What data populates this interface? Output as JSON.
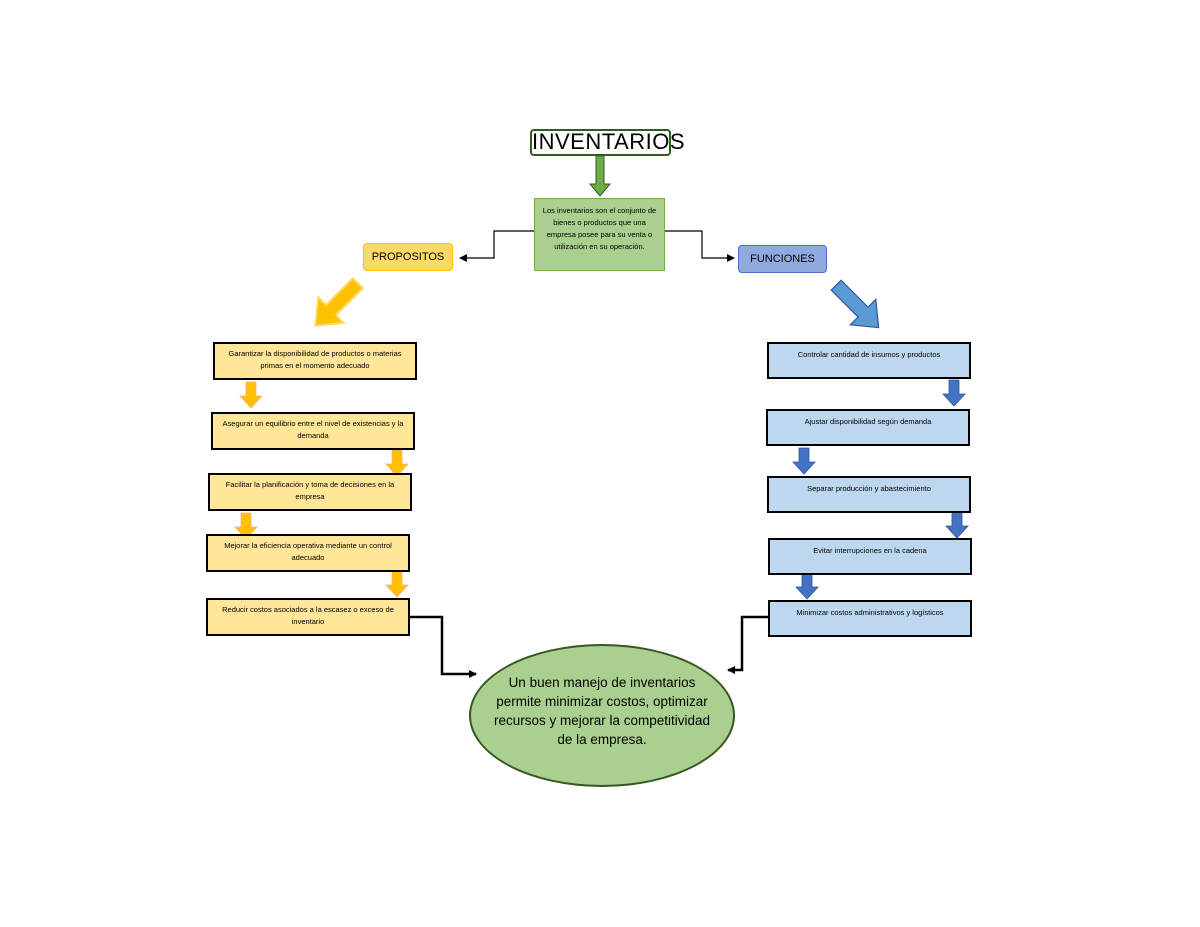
{
  "title": "INVENTARIOS",
  "definition": "Los inventarios son el conjunto de bienes o productos que una empresa posee para su venta o utilización en su operación.",
  "purposes": {
    "label": "PROPOSITOS",
    "items": [
      "Garantizar la disponibilidad de productos o materias primas en el momento adecuado",
      "Asegurar un equilibrio entre el nivel de existencias y la demanda",
      "Facilitar la planificación y toma de decisiones en la empresa",
      "Mejorar la eficiencia operativa mediante un control adecuado",
      "Reducir costos asociados a la escasez o exceso de inventario"
    ]
  },
  "functions": {
    "label": "FUNCIONES",
    "items": [
      "Controlar cantidad de insumos y productos",
      "Ajustar disponibilidad según demanda",
      "Separar producción y abastecimiento",
      "Evitar interrupciones en la cadena",
      "Minimizar costos administrativos y logísticos"
    ]
  },
  "conclusion": "Un buen manejo de inventarios permite minimizar costos, optimizar recursos y mejorar la competitividad de la empresa.",
  "colors": {
    "definition_fill": "#a9d08e",
    "purposes_fill": "#ffe699",
    "purposes_arrow": "#ffc000",
    "functions_fill": "#bdd7ee",
    "functions_arrow": "#4472c4",
    "title_border": "#2e5e1a"
  }
}
